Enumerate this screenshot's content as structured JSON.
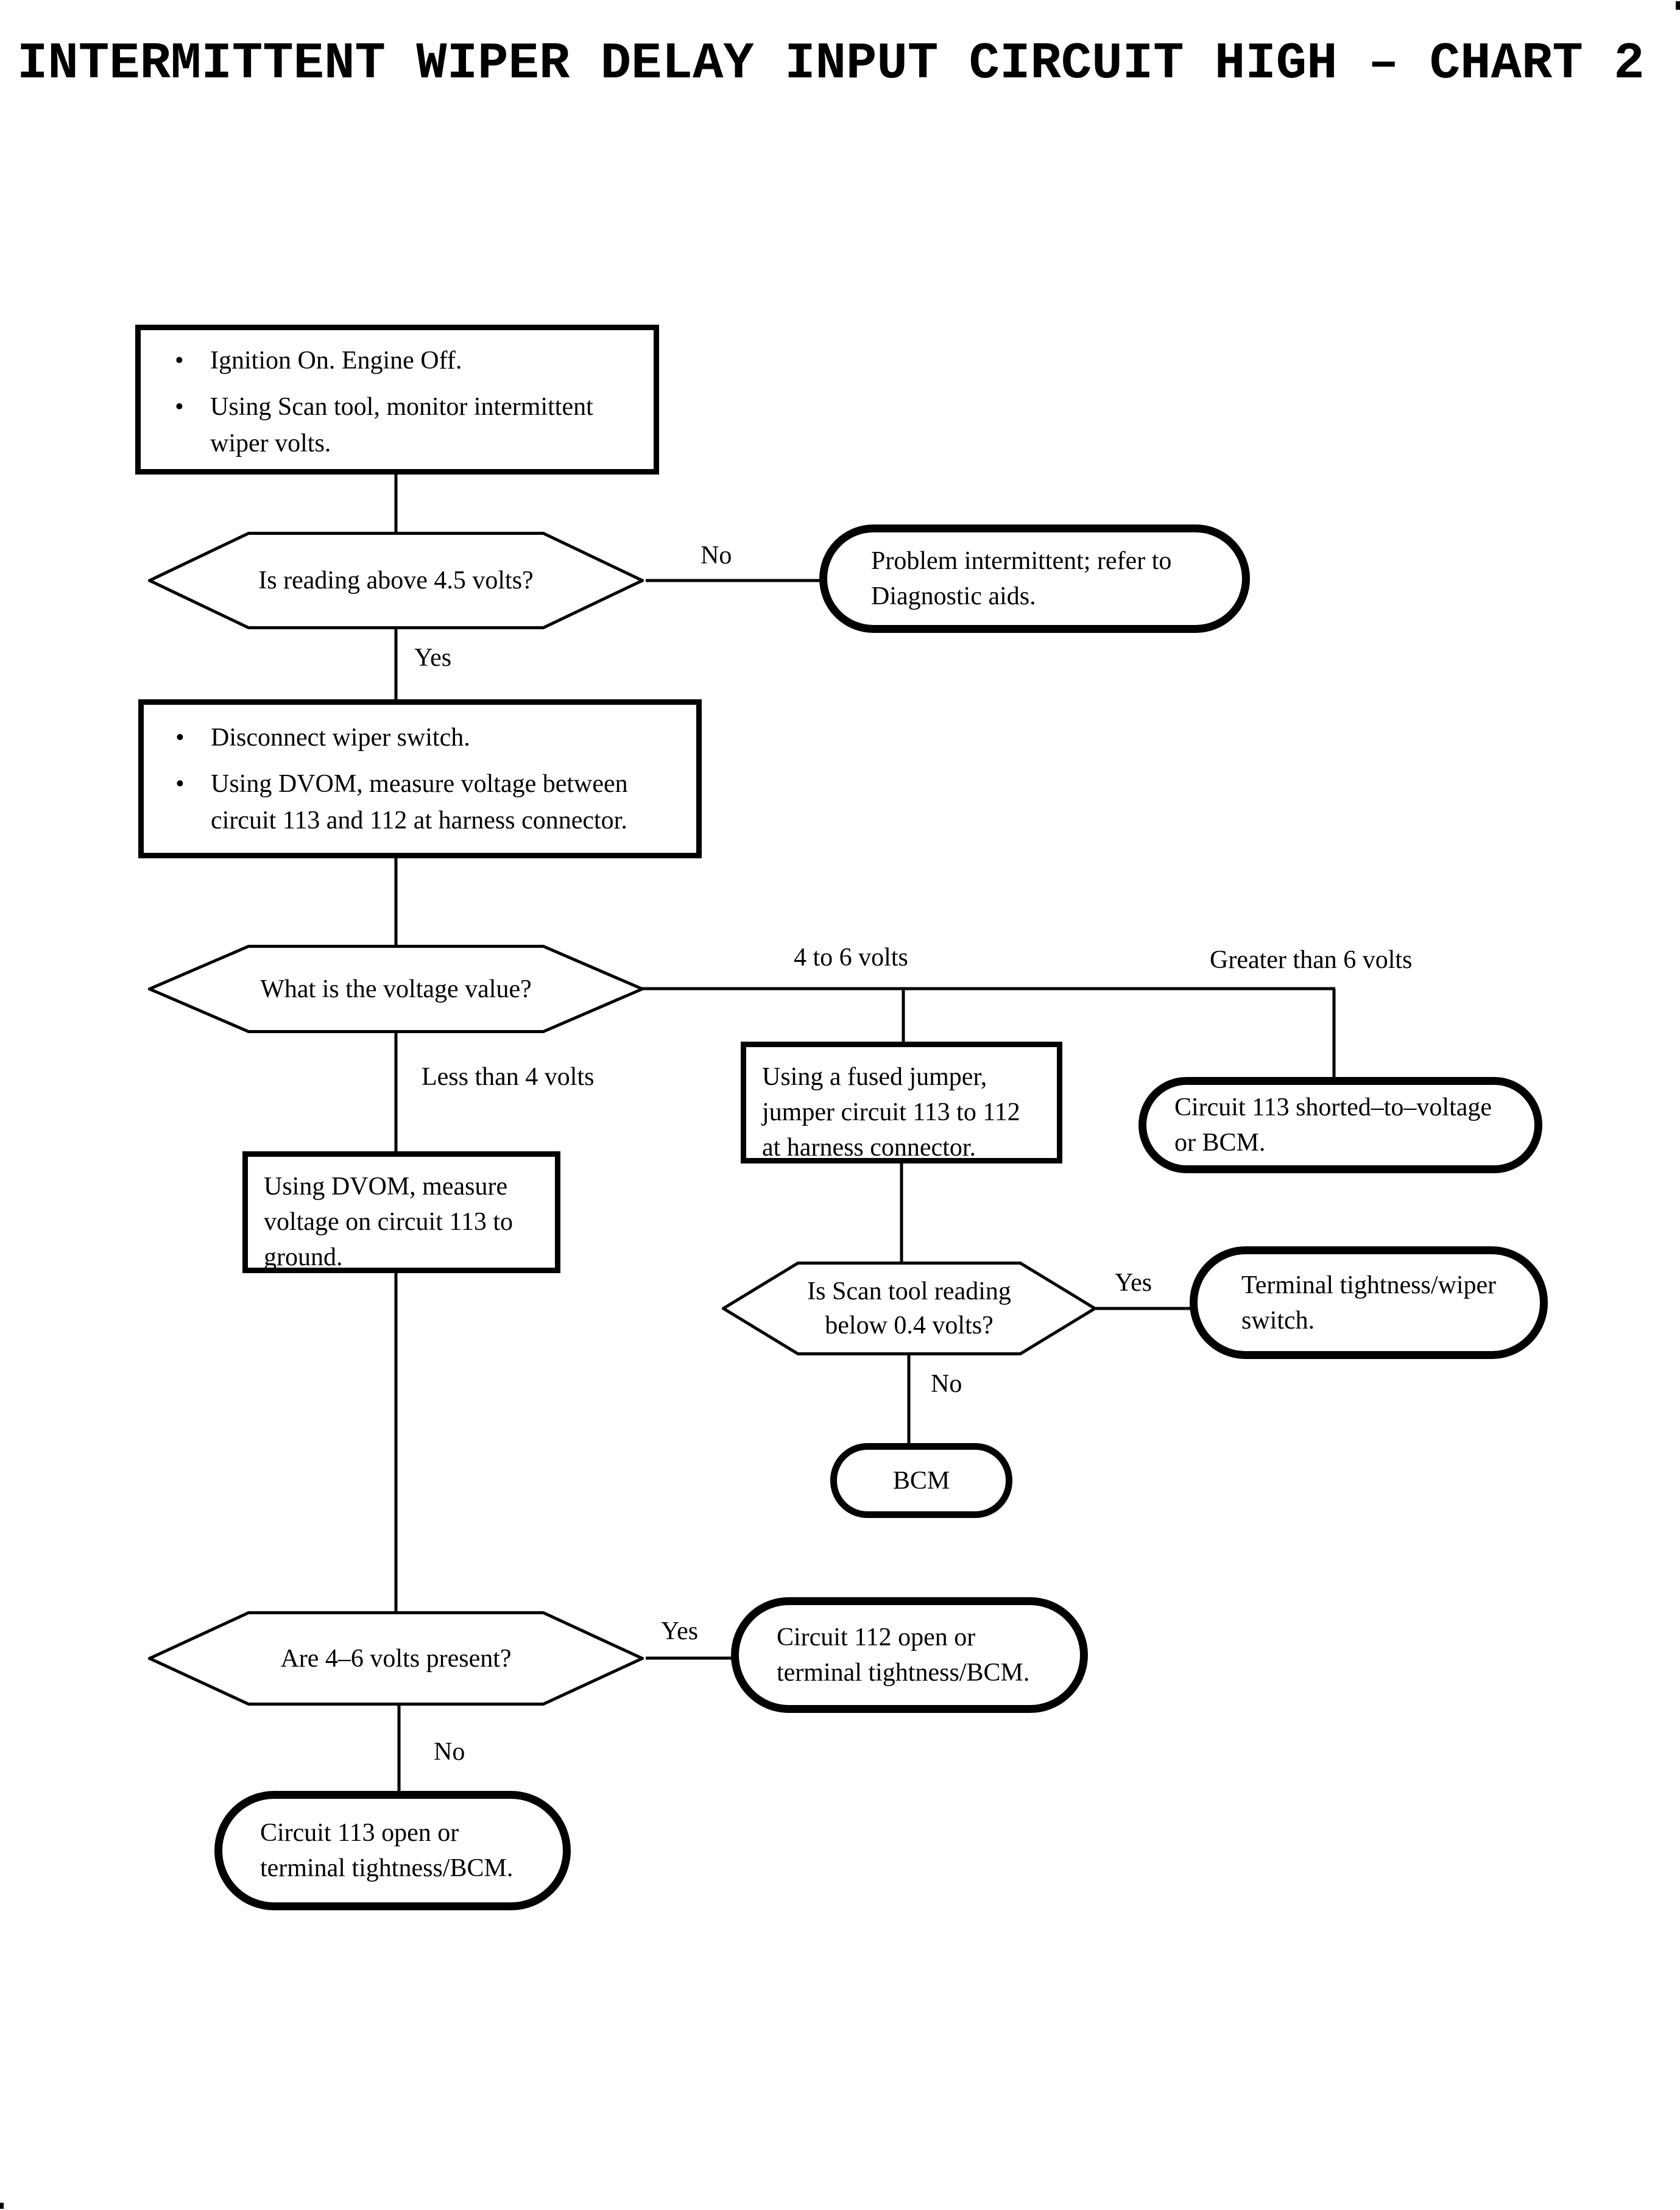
{
  "title": "INTERMITTENT WIPER DELAY INPUT CIRCUIT HIGH – CHART 2",
  "glyphs": {
    "bullet": "•"
  },
  "colors": {
    "ink": "#000000",
    "paper": "#ffffff"
  },
  "nodes": {
    "start": {
      "type": "process",
      "bullets": [
        {
          "lines": [
            "Ignition On. Engine Off."
          ]
        },
        {
          "lines": [
            "Using Scan tool, monitor intermittent",
            "wiper volts."
          ]
        }
      ]
    },
    "q_reading_45": {
      "type": "decision",
      "text": "Is reading above 4.5 volts?"
    },
    "t_problem_intermittent": {
      "type": "terminator",
      "lines": [
        "Problem intermittent; refer to",
        "Diagnostic aids."
      ]
    },
    "a_disconnect": {
      "type": "process",
      "bullets": [
        {
          "lines": [
            "Disconnect wiper switch."
          ]
        },
        {
          "lines": [
            "Using DVOM, measure voltage between",
            "circuit 113 and 112 at harness connector."
          ]
        }
      ]
    },
    "q_voltage_value": {
      "type": "decision",
      "text": "What is the voltage value?"
    },
    "a_fused_jumper": {
      "type": "process",
      "lines": [
        "Using a fused jumper,",
        "jumper circuit 113 to 112",
        "at harness connector."
      ]
    },
    "t_shorted_voltage": {
      "type": "terminator",
      "lines": [
        "Circuit 113 shorted–to–voltage",
        "or BCM."
      ]
    },
    "a_dvom_ground": {
      "type": "process",
      "lines": [
        "Using DVOM, measure",
        "voltage on circuit 113 to",
        "ground."
      ]
    },
    "q_below_04": {
      "type": "decision",
      "lines": [
        "Is Scan tool reading",
        "below 0.4 volts?"
      ]
    },
    "t_terminal_wiper": {
      "type": "terminator",
      "lines": [
        "Terminal tightness/wiper",
        "switch."
      ]
    },
    "t_bcm": {
      "type": "terminator",
      "text": "BCM"
    },
    "q_46_present": {
      "type": "decision",
      "text": "Are 4–6 volts present?"
    },
    "t_112_open": {
      "type": "terminator",
      "lines": [
        "Circuit 112 open or",
        "terminal tightness/BCM."
      ]
    },
    "t_113_open": {
      "type": "terminator",
      "lines": [
        "Circuit 113 open or",
        "terminal tightness/BCM."
      ]
    }
  },
  "edge_labels": {
    "no1": "No",
    "yes1": "Yes",
    "less4": "Less than 4 volts",
    "v46": "4 to 6 volts",
    "gt6": "Greater than 6 volts",
    "yes2": "Yes",
    "no2": "No",
    "yes3": "Yes",
    "no3": "No"
  }
}
